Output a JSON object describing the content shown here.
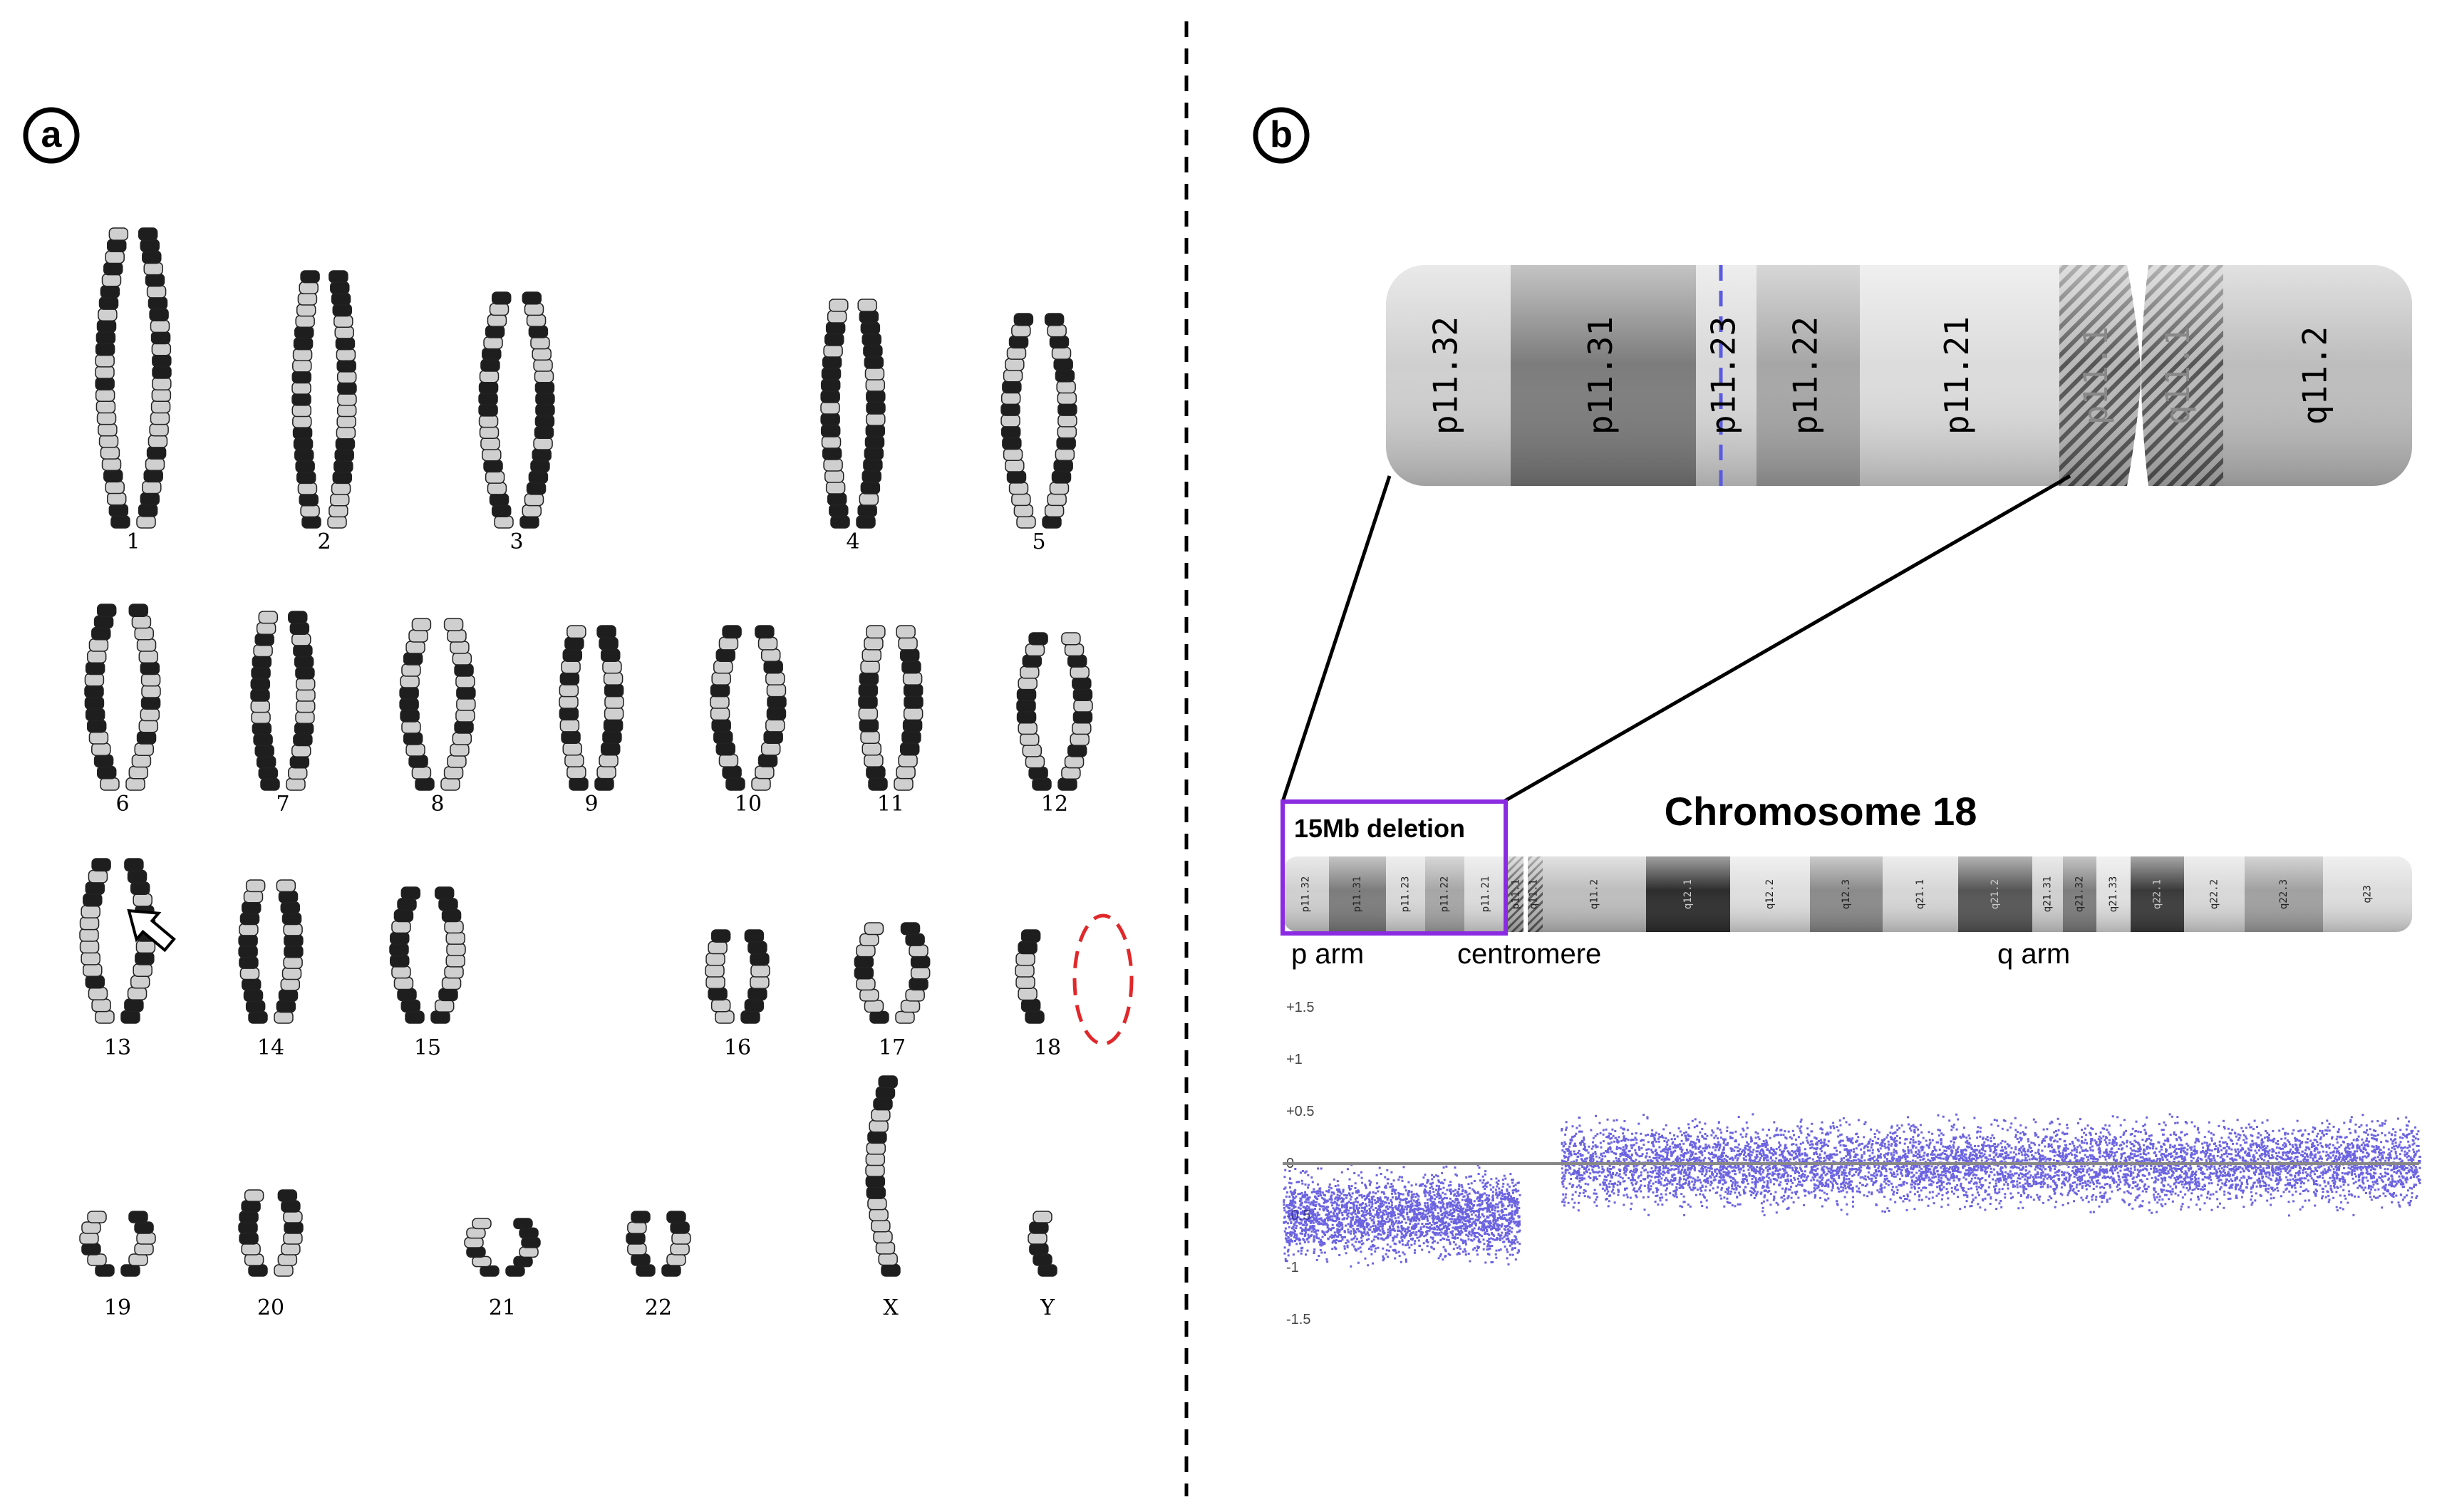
{
  "panel_a": {
    "label": "a",
    "chromosome_labels": [
      "1",
      "2",
      "3",
      "4",
      "5",
      "6",
      "7",
      "8",
      "9",
      "10",
      "11",
      "12",
      "13",
      "14",
      "15",
      "16",
      "17",
      "18",
      "19",
      "20",
      "21",
      "22",
      "X",
      "Y"
    ],
    "deletion_marker_color": "#e0282a"
  },
  "panel_b": {
    "label": "b",
    "title": "Chromosome 18",
    "deletion_label": "15Mb deletion",
    "deletion_box_color": "#8a2be2",
    "arm_labels": {
      "p": "p arm",
      "centromere": "centromere",
      "q": "q arm"
    },
    "zoom_bands": [
      "p11.32",
      "p11.31",
      "p11.23",
      "p11.22",
      "p11.21",
      "p11.1",
      "q11.1",
      "q11.2"
    ],
    "ideogram_bands": [
      "p11.32",
      "p11.31",
      "p11.23",
      "p11.22",
      "p11.21",
      "p11.1",
      "q11.1",
      "q11.2",
      "q12.1",
      "q12.2",
      "q12.3",
      "q21.1",
      "q21.2",
      "q21.31",
      "q21.32",
      "q21.33",
      "q22.1",
      "q22.2",
      "q22.3",
      "q23"
    ],
    "plot": {
      "y_ticks": [
        "1.5",
        "1",
        "0.5",
        "0",
        "-0.5",
        "-1",
        "-1.5"
      ],
      "point_color": "#3a2fd6",
      "deleted_level": -0.5,
      "normal_level": 0
    }
  }
}
